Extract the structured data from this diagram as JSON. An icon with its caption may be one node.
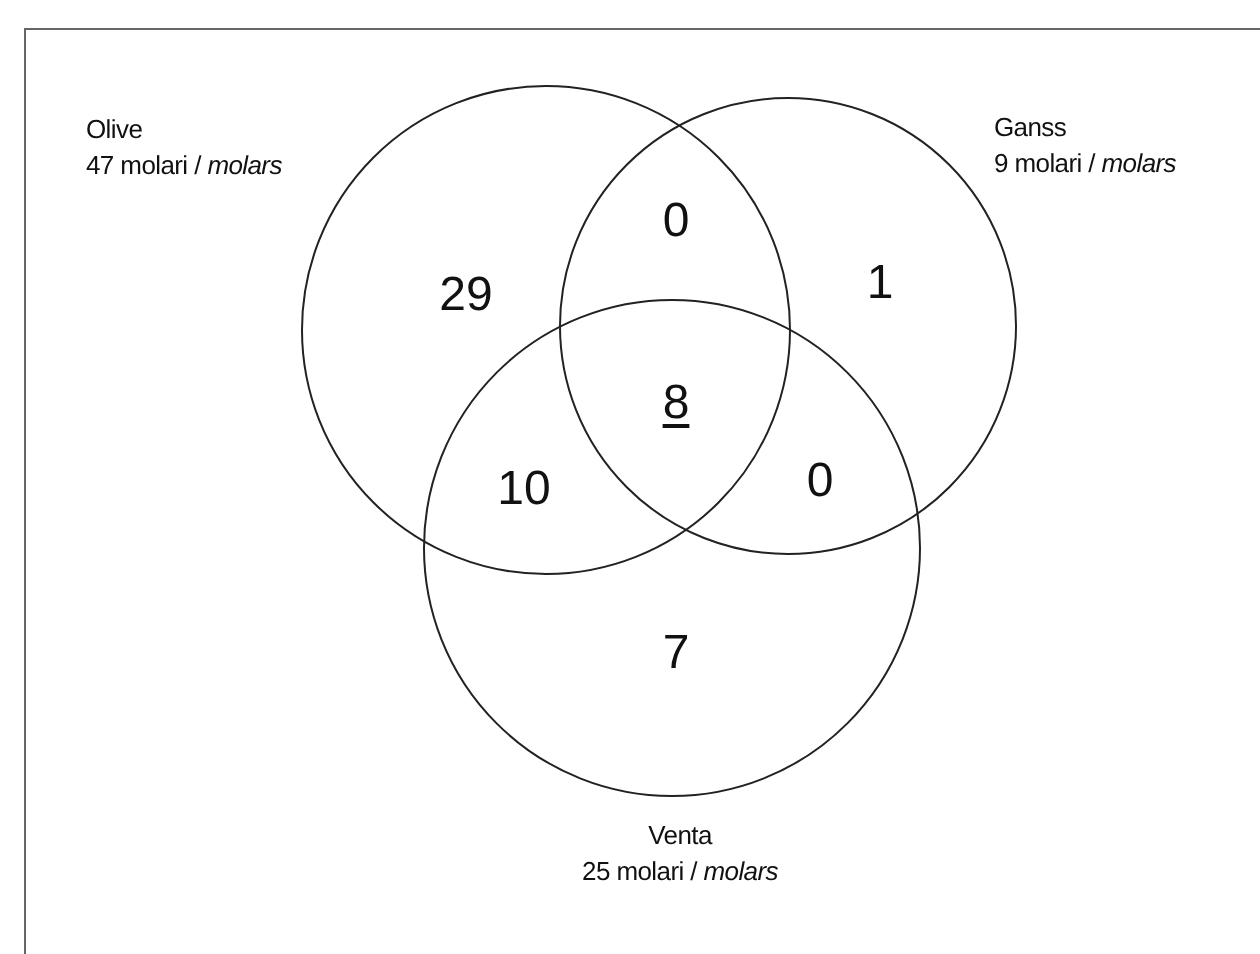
{
  "diagram": {
    "nodes": [
      {
        "text": [
          "Olive",
          "47 molari / *molars*"
        ]
      },
      {
        "text": [
          "Ganss",
          "9 molari / *molars*"
        ]
      },
      {
        "text": [
          "Venta",
          "25 molari / *molars*"
        ]
      }
    ],
    "edges": [],
    "labels": [
      "0",
      "29",
      "1",
      "8",
      "10",
      "0",
      "7"
    ]
  }
}
